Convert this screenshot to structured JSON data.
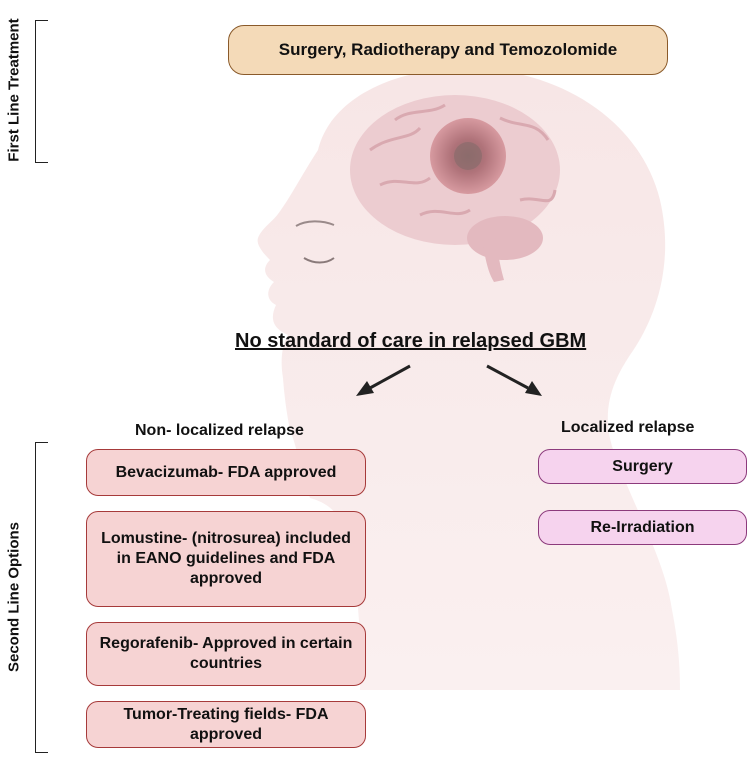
{
  "first_line": {
    "side_label": "First Line Treatment",
    "box": "Surgery, Radiotherapy and Temozolomide"
  },
  "center_title": "No standard of care in relapsed GBM",
  "second_line": {
    "side_label": "Second Line Options",
    "non_localized": {
      "heading": "Non- localized relapse",
      "items": [
        "Bevacizumab- FDA approved",
        "Lomustine- (nitrosurea) included in EANO guidelines and FDA approved",
        "Regorafenib- Approved in certain countries",
        "Tumor-Treating fields- FDA approved"
      ]
    },
    "localized": {
      "heading": "Localized relapse",
      "items": [
        "Surgery",
        "Re-Irradiation"
      ]
    }
  },
  "colors": {
    "first_line_fill": "#f4dab8",
    "non_localized_fill": "#f6d3d3",
    "localized_fill": "#f6d3ee",
    "head_silhouette": "#f7e6e6",
    "brain": "#e9c2c6",
    "tumor": "#c0727a"
  }
}
